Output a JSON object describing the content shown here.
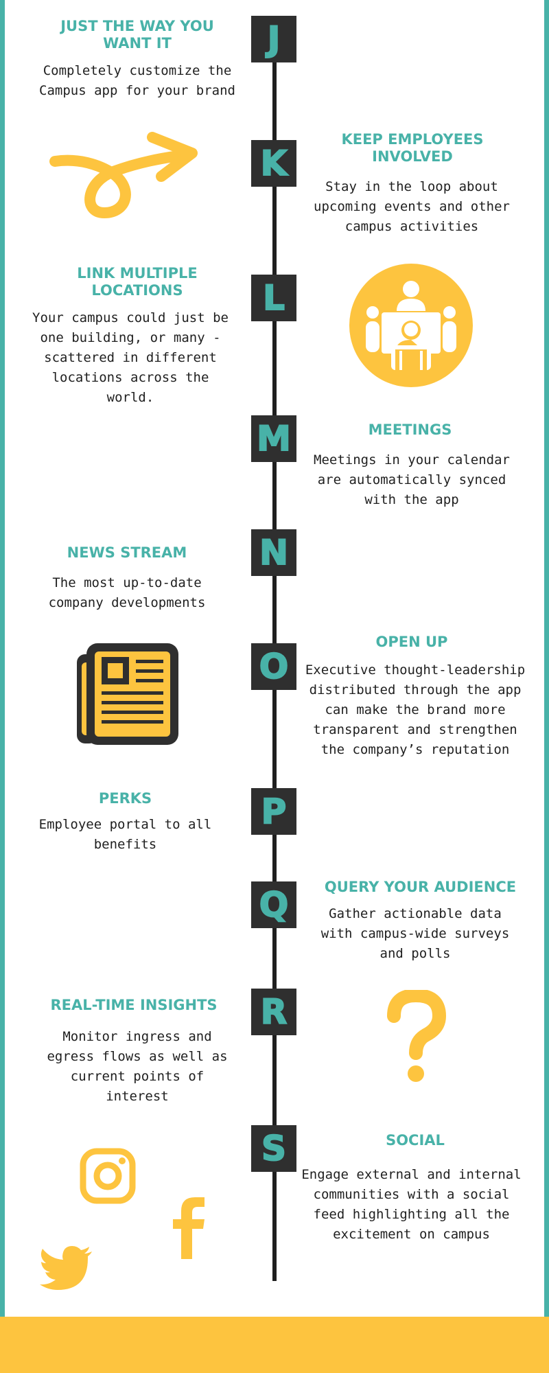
{
  "items": [
    {
      "letter": "J",
      "title": "JUST THE WAY YOU WANT IT",
      "desc": "Completely customize the Campus app for your brand"
    },
    {
      "letter": "K",
      "title": "KEEP EMPLOYEES INVOLVED",
      "desc": "Stay in the loop about upcoming events and other campus activities"
    },
    {
      "letter": "L",
      "title": "LINK MULTIPLE LOCATIONS",
      "desc": "Your campus could just be one building, or many - scattered in different locations across the world."
    },
    {
      "letter": "M",
      "title": "MEETINGS",
      "desc": "Meetings in your calendar are automatically synced with the app"
    },
    {
      "letter": "N",
      "title": "NEWS STREAM",
      "desc": "The most up-to-date company developments"
    },
    {
      "letter": "O",
      "title": "OPEN UP",
      "desc": "Executive thought-leadership distributed through the app can make the brand more transparent and strengthen the company’s reputation"
    },
    {
      "letter": "P",
      "title": "PERKS",
      "desc": "Employee portal to all benefits"
    },
    {
      "letter": "Q",
      "title": "QUERY YOUR AUDIENCE",
      "desc": "Gather actionable data with campus-wide surveys and polls"
    },
    {
      "letter": "R",
      "title": "REAL-TIME INSIGHTS",
      "desc": "Monitor ingress and egress flows as well as current points of interest"
    },
    {
      "letter": "S",
      "title": "SOCIAL",
      "desc": "Engage external and internal communities with a social feed highlighting all the excitement on campus"
    }
  ],
  "icons": {
    "arrow": "curly-arrow-icon",
    "meeting": "meeting-table-icon",
    "news": "newspaper-icon",
    "question": "question-mark-icon",
    "instagram": "instagram-icon",
    "facebook": "facebook-icon",
    "twitter": "twitter-icon"
  },
  "colors": {
    "teal": "#48b2a8",
    "yellow": "#fdc43f",
    "dark": "#2f2f2f"
  }
}
